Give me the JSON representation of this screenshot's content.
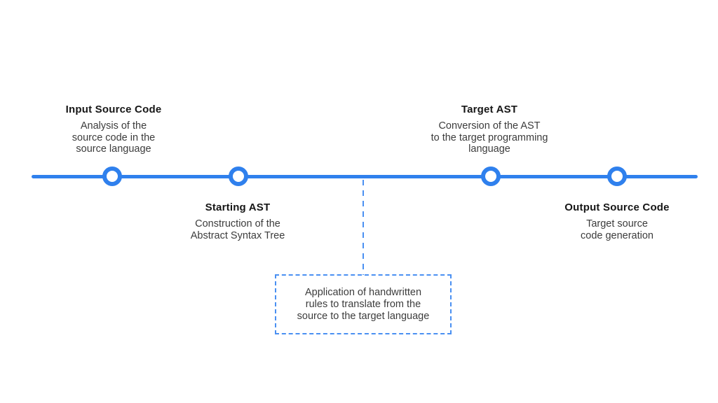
{
  "diagram": {
    "type": "timeline",
    "nodes": [
      {
        "title": "Input Source Code",
        "desc_lines": [
          "Analysis of the",
          "source code in the",
          "source language"
        ],
        "label_position": "above"
      },
      {
        "title": "Starting AST",
        "desc_lines": [
          "Construction of the",
          "Abstract Syntax Tree"
        ],
        "label_position": "below"
      },
      {
        "title": "Target AST",
        "desc_lines": [
          "Conversion of the AST",
          "to the target programming",
          "language"
        ],
        "label_position": "above"
      },
      {
        "title": "Output Source Code",
        "desc_lines": [
          "Target source",
          "code generation"
        ],
        "label_position": "below"
      }
    ],
    "annotation": {
      "lines": [
        "Application of handwritten",
        "rules to translate from the",
        "source to the target language"
      ]
    }
  },
  "colors": {
    "accent_blue": "#2F80ED",
    "dashed_blue": "#4A90F2",
    "title_text": "#161616",
    "body_text": "#3c3c3c",
    "background": "#ffffff"
  }
}
